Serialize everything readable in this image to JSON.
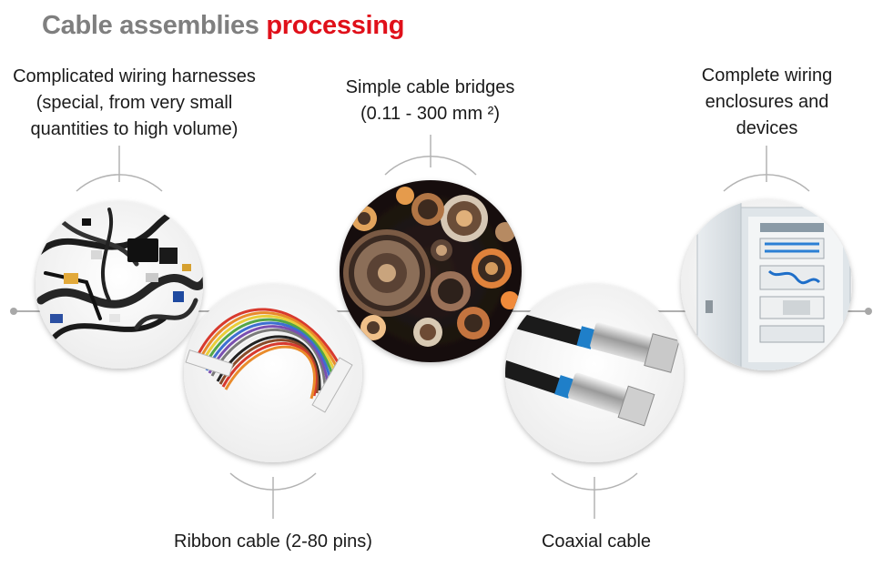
{
  "title": {
    "part1": "Cable assemblies",
    "part2": "processing"
  },
  "colors": {
    "title_gray": "#7f7f7f",
    "title_red": "#e0101a",
    "line_gray": "#b0b0b0"
  },
  "items": [
    {
      "id": "harness",
      "lines": [
        "Complicated wiring harnesses",
        "(special, from very small",
        "quantities to high volume)"
      ],
      "image": "wiring-harness-photo"
    },
    {
      "id": "ribbon",
      "lines": [
        "Ribbon cable (2-80 pins)"
      ],
      "image": "ribbon-cable-photo"
    },
    {
      "id": "bridges",
      "lines": [
        "Simple cable bridges",
        "(0.11 - 300 mm ²)"
      ],
      "image": "cable-cross-section-photo"
    },
    {
      "id": "coaxial",
      "lines": [
        "Coaxial cable"
      ],
      "image": "coaxial-connector-photo"
    },
    {
      "id": "enclosure",
      "lines": [
        "Complete wiring",
        "enclosures and",
        "devices"
      ],
      "image": "wiring-enclosure-photo"
    }
  ]
}
